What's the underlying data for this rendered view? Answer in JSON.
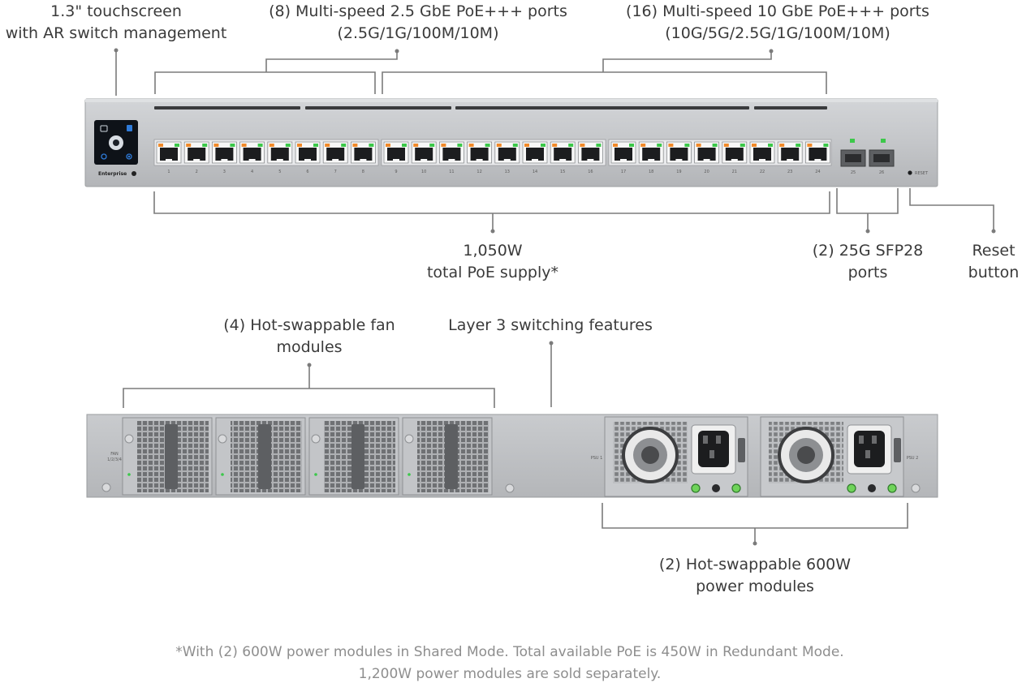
{
  "callouts": {
    "touchscreen": [
      "1.3\" touchscreen",
      "with AR switch management"
    ],
    "ports_2_5g": [
      "(8) Multi-speed 2.5 GbE PoE+++ ports",
      "(2.5G/1G/100M/10M)"
    ],
    "ports_10g": [
      "(16) Multi-speed 10 GbE PoE+++ ports",
      "(10G/5G/2.5G/1G/100M/10M)"
    ],
    "poe_supply": [
      "1,050W",
      "total PoE supply*"
    ],
    "sfp28": [
      "(2) 25G SFP28",
      "ports"
    ],
    "reset": [
      "Reset",
      "button"
    ],
    "fans": [
      "(4) Hot-swappable fan",
      "modules"
    ],
    "layer3": [
      "Layer 3 switching features"
    ],
    "psu": [
      "(2) Hot-swappable 600W",
      "power modules"
    ]
  },
  "footnote": [
    "*With (2) 600W power modules in Shared Mode. Total available PoE is 450W in Redundant Mode.",
    "1,200W power modules are sold separately."
  ],
  "front_panel": {
    "brand": "Enterprise",
    "port_labels": [
      "1",
      "2",
      "3",
      "4",
      "5",
      "6",
      "7",
      "8",
      "9",
      "10",
      "11",
      "12",
      "13",
      "14",
      "15",
      "16",
      "17",
      "18",
      "19",
      "20",
      "21",
      "22",
      "23",
      "24"
    ],
    "sfp_labels": [
      "25",
      "26"
    ],
    "reset_label": "RESET"
  },
  "rear_panel": {
    "fan_label": [
      "FAN",
      "1/2/3/4"
    ],
    "psu_labels": [
      "PSU 1",
      "PSU 2"
    ]
  },
  "colors": {
    "chassis": "#bfc1c4",
    "port_led_green": "#3cc84a",
    "port_led_orange": "#f08a2a",
    "leader": "#7b7b7b"
  }
}
